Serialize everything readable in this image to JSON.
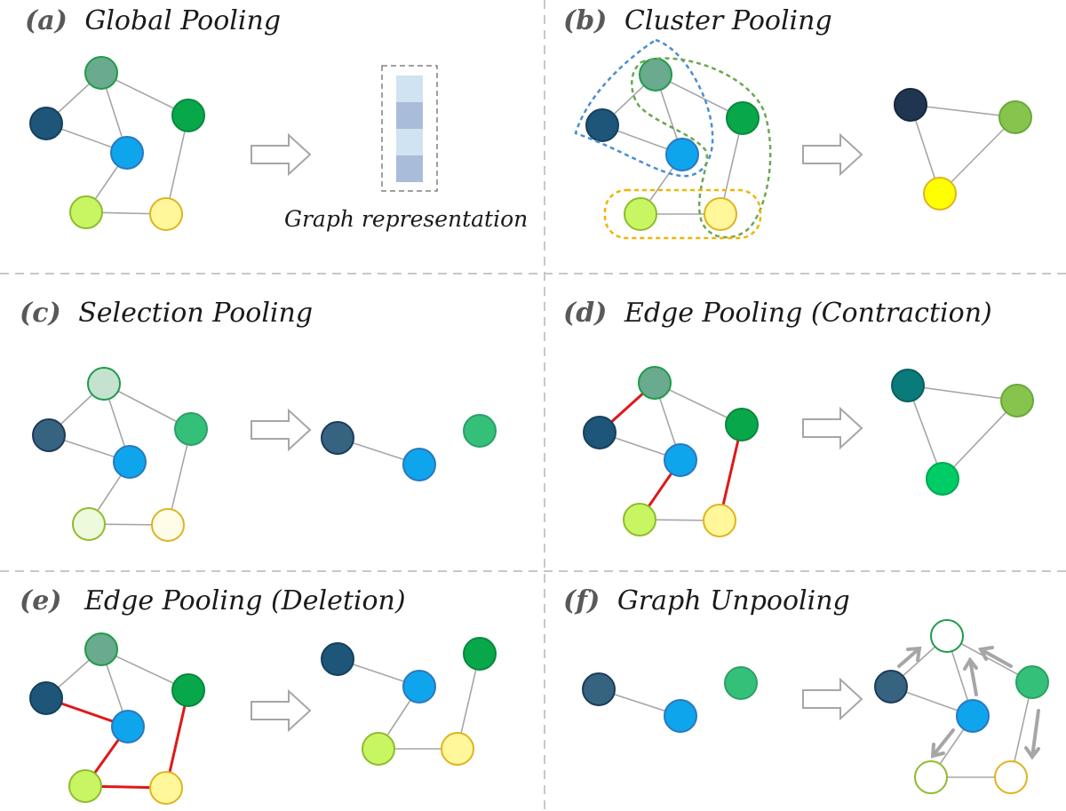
{
  "panels": {
    "a": {
      "label": "(a)",
      "title": "Global Pooling",
      "caption": "Graph representation"
    },
    "b": {
      "label": "(b)",
      "title": "Cluster Pooling"
    },
    "c": {
      "label": "(c)",
      "title": "Selection Pooling"
    },
    "d": {
      "label": "(d)",
      "title": "Edge Pooling (Contraction)"
    },
    "e": {
      "label": "(e)",
      "title": "Edge Pooling (Deletion)"
    },
    "f": {
      "label": "(f)",
      "title": "Graph Unpooling"
    }
  },
  "colors": {
    "top_node": "#6aaa8e",
    "dark_blue_node": "#1d5678",
    "green_node": "#08a84a",
    "blue_node": "#0ea5ec",
    "lime_node": "#c8f562",
    "yellow_node": "#fff79a",
    "red_edge": "#e01818",
    "cluster_blue": "#4a8fcf",
    "cluster_green": "#6aa84f",
    "cluster_orange": "#f0b400",
    "navy_node": "#1f3550",
    "light_green_node": "#86c44e",
    "bright_yellow_node": "#ffff00",
    "teal_node": "#0a7a7a",
    "emerald_node": "#00cc66",
    "vector_light": "#cfe3f0",
    "vector_dark": "#a9bcd9"
  }
}
